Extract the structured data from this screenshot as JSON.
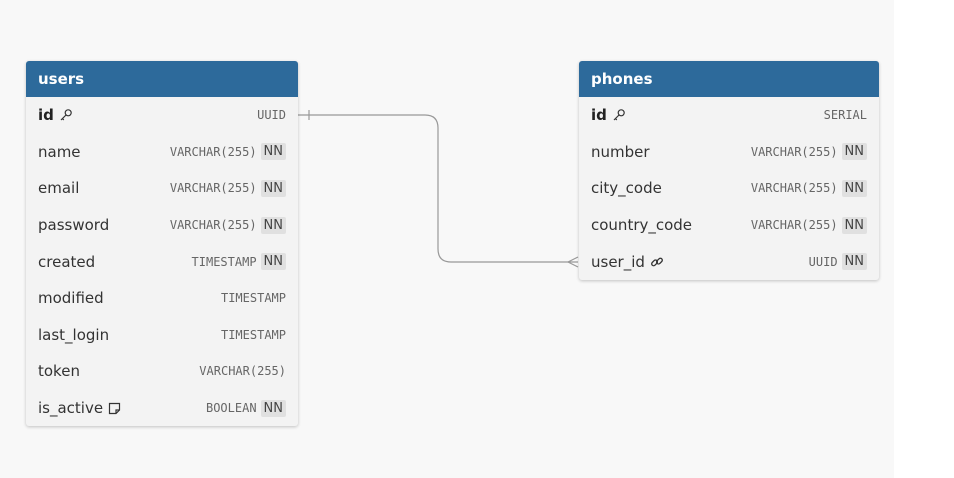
{
  "tables": {
    "users": {
      "title": "users",
      "columns": [
        {
          "name": "id",
          "type": "UUID",
          "nn": "",
          "icon": "key-icon"
        },
        {
          "name": "name",
          "type": "VARCHAR(255)",
          "nn": "NN"
        },
        {
          "name": "email",
          "type": "VARCHAR(255)",
          "nn": "NN"
        },
        {
          "name": "password",
          "type": "VARCHAR(255)",
          "nn": "NN"
        },
        {
          "name": "created",
          "type": "TIMESTAMP",
          "nn": "NN"
        },
        {
          "name": "modified",
          "type": "TIMESTAMP",
          "nn": ""
        },
        {
          "name": "last_login",
          "type": "TIMESTAMP",
          "nn": ""
        },
        {
          "name": "token",
          "type": "VARCHAR(255)",
          "nn": ""
        },
        {
          "name": "is_active",
          "type": "BOOLEAN",
          "nn": "NN",
          "icon": "note-icon"
        }
      ]
    },
    "phones": {
      "title": "phones",
      "columns": [
        {
          "name": "id",
          "type": "SERIAL",
          "nn": "",
          "icon": "key-icon"
        },
        {
          "name": "number",
          "type": "VARCHAR(255)",
          "nn": "NN"
        },
        {
          "name": "city_code",
          "type": "VARCHAR(255)",
          "nn": "NN"
        },
        {
          "name": "country_code",
          "type": "VARCHAR(255)",
          "nn": "NN"
        },
        {
          "name": "user_id",
          "type": "UUID",
          "nn": "NN",
          "icon": "link-icon"
        }
      ]
    }
  },
  "relationship": {
    "from": "users.id",
    "to": "phones.user_id",
    "cardinality": "one-to-many"
  },
  "colors": {
    "header": "#2d6a9b",
    "table_bg": "#f3f3f3",
    "canvas_bg": "#f8f8f8",
    "edge": "#999999"
  }
}
